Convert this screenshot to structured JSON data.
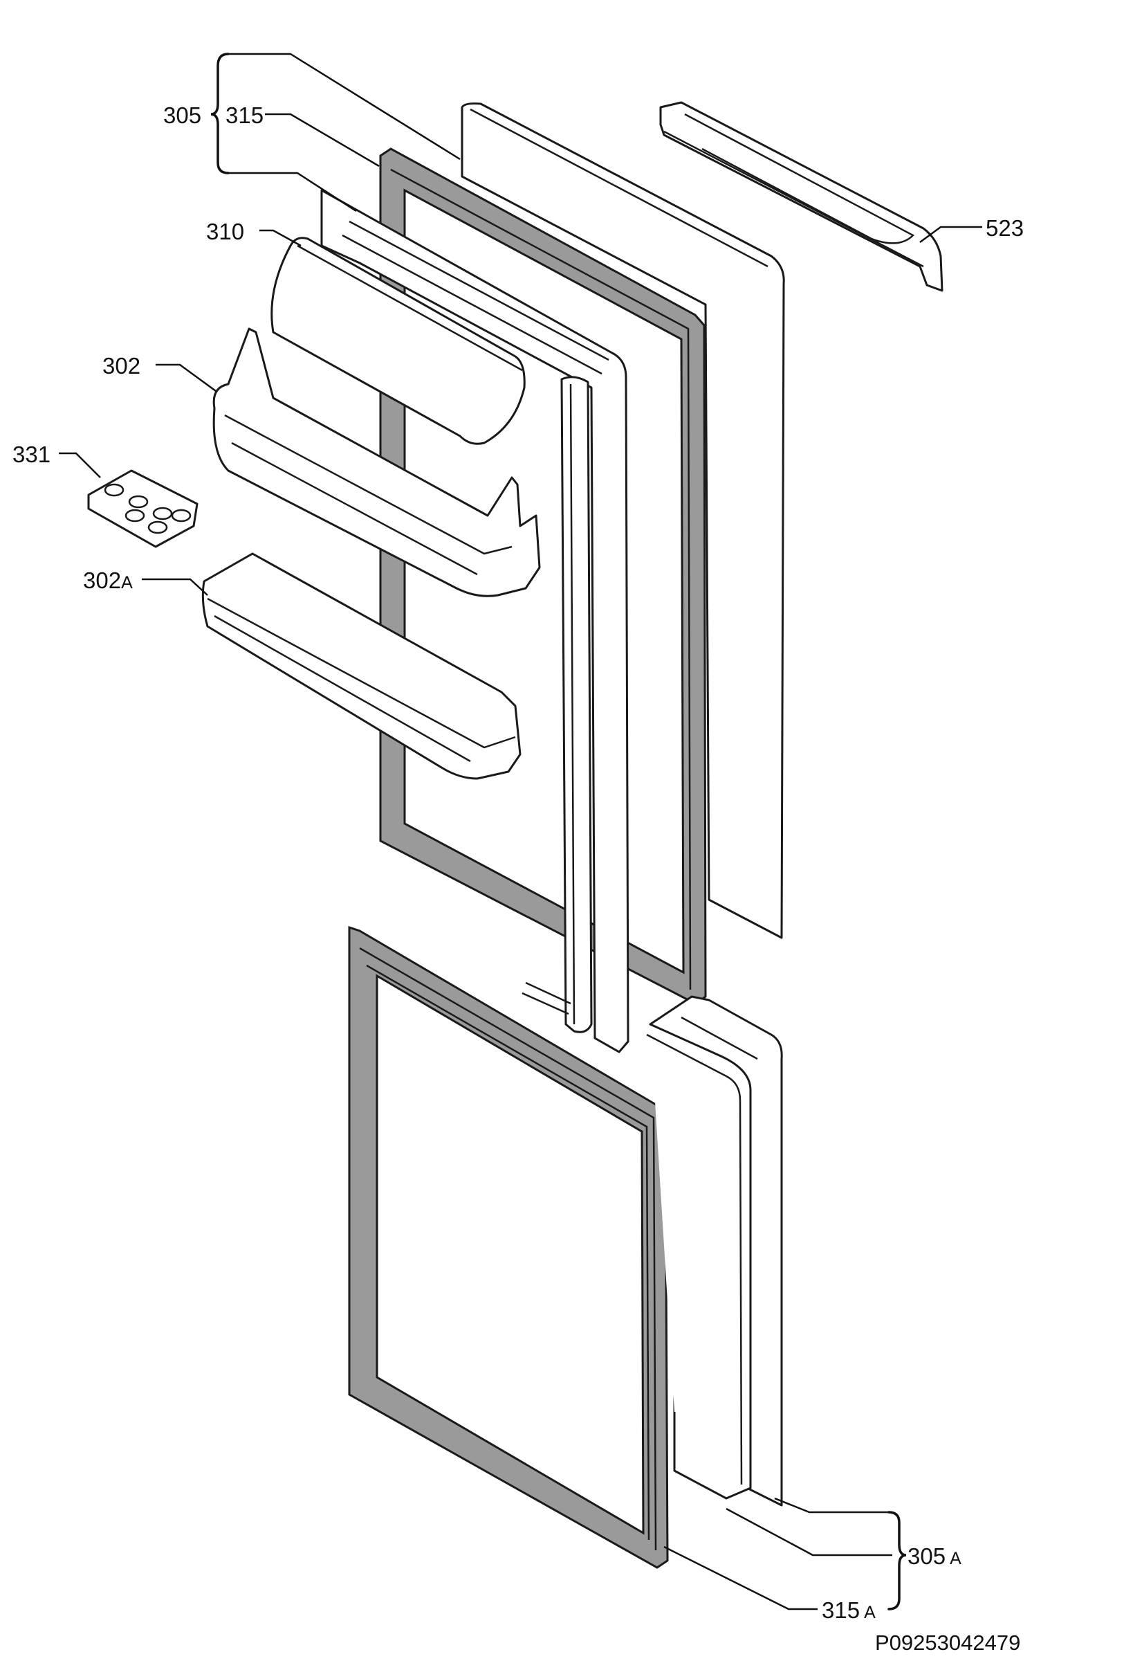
{
  "labels": {
    "l305": "305",
    "l315": "315",
    "l310": "310",
    "l302": "302",
    "l331": "331",
    "l302a_num": "302",
    "l302a_sub": "A",
    "l523": "523",
    "l305a_num": "305",
    "l305a_sub": "A",
    "l315a_num": "315",
    "l315a_sub": "A"
  },
  "drawing_code": "P09253042479",
  "colors": {
    "line": "#1a1a1a",
    "gasket_fill": "#9a9a9a",
    "background": "#ffffff"
  }
}
